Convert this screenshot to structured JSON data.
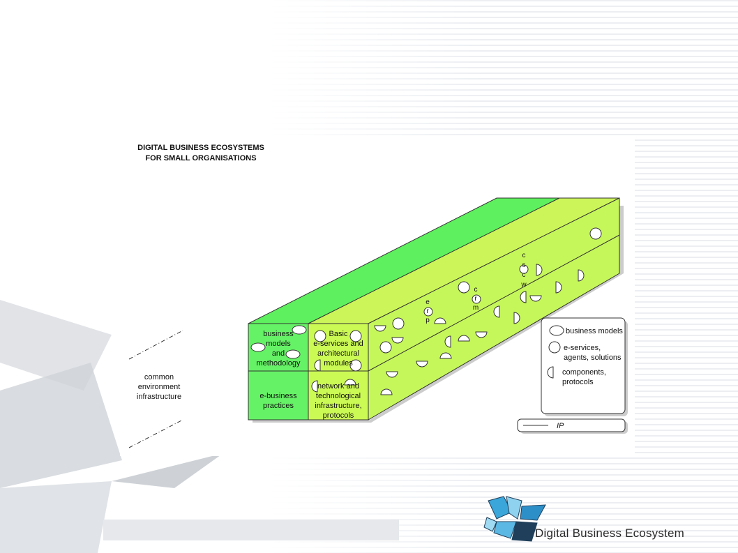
{
  "title": [
    "DIGITAL BUSINESS ECOSYSTEMS",
    "FOR SMALL ORGANISATIONS"
  ],
  "side_label": [
    "common",
    "environment",
    "infrastructure"
  ],
  "cells": {
    "business_models": [
      "business",
      "models",
      "and",
      "methodology"
    ],
    "basic_services": [
      "Basic",
      "e-services and",
      "architectural",
      "modules"
    ],
    "ebusiness_practices": [
      "e-business",
      "practices"
    ],
    "network_infra": [
      "network  and",
      "technological",
      "infrastructure,",
      "protocols"
    ]
  },
  "vertical_labels": {
    "erp": [
      "e",
      "r",
      "p"
    ],
    "crm": [
      "c",
      "r",
      "m"
    ],
    "scew": [
      "c",
      "s",
      "c",
      "w"
    ]
  },
  "legend": {
    "business_models": "business models",
    "eservices": [
      "e-services,",
      "agents, solutions"
    ],
    "components": [
      "components,",
      "protocols"
    ],
    "ip": "IP"
  },
  "brand": "Digital Business Ecosystem",
  "colors": {
    "front_left": "#66f266",
    "front_right": "#ccfa55",
    "side": "#c6f75a",
    "top_left": "#5ef05e",
    "top_right": "#ccf55a"
  }
}
